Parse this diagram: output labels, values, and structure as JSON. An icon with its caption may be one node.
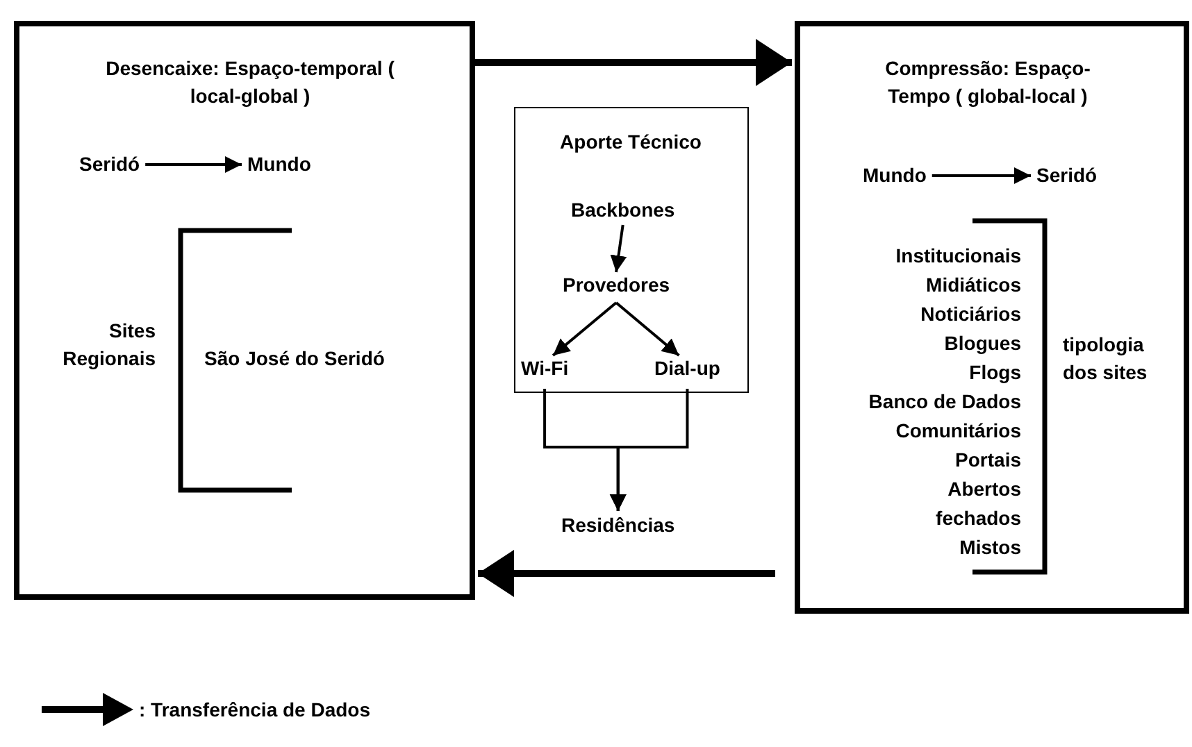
{
  "diagram": {
    "nodes": [
      {
        "text": [
          "Desencaixe: Espaço-temporal ( local-global )"
        ]
      },
      {
        "text": [
          "Seridó"
        ],
        "in": 0
      },
      {
        "text": [
          "Mundo"
        ],
        "in": 0
      },
      {
        "text": [
          "Compressão: Espaço-Tempo ( global-local )"
        ]
      },
      {
        "text": [
          "Mundo"
        ],
        "in": 3
      },
      {
        "text": [
          "Seridó"
        ],
        "in": 3
      },
      {
        "text": [
          "Aporte Técnico"
        ]
      },
      {
        "text": [
          "Backbones"
        ],
        "in": 6
      },
      {
        "text": [
          "Provedores"
        ],
        "in": 6
      },
      {
        "text": [
          "Wi-Fi"
        ],
        "in": 6
      },
      {
        "text": [
          "Dial-up"
        ],
        "in": 6
      },
      {
        "text": [
          "Residências"
        ]
      }
    ],
    "edges": [
      {
        "from": 1,
        "to": 2,
        "arrow": "to"
      },
      {
        "from": 4,
        "to": 5,
        "arrow": "to"
      },
      {
        "from": 7,
        "to": 8,
        "arrow": "to"
      },
      {
        "from": 8,
        "to": 9,
        "arrow": "to"
      },
      {
        "from": 8,
        "to": 10,
        "arrow": "to"
      },
      {
        "from": 9,
        "to": 11,
        "arrow": "to"
      },
      {
        "from": 10,
        "to": 11,
        "arrow": "to"
      },
      {
        "from": 0,
        "to": 3,
        "arrow": "to",
        "style": "thick"
      },
      {
        "from": 3,
        "to": 0,
        "arrow": "to",
        "style": "thick"
      }
    ],
    "labels": [
      "Sites Regionais",
      "São José do Seridó",
      "Institucionais",
      "Midiáticos",
      "Noticiários",
      "Blogues",
      "Flogs",
      "Banco de Dados",
      "Comunitários",
      "Portais",
      "Abertos",
      "fechados",
      "Mistos",
      "tipologia dos sites"
    ],
    "legend": [
      {
        "text": ": Transferência de Dados"
      }
    ]
  }
}
